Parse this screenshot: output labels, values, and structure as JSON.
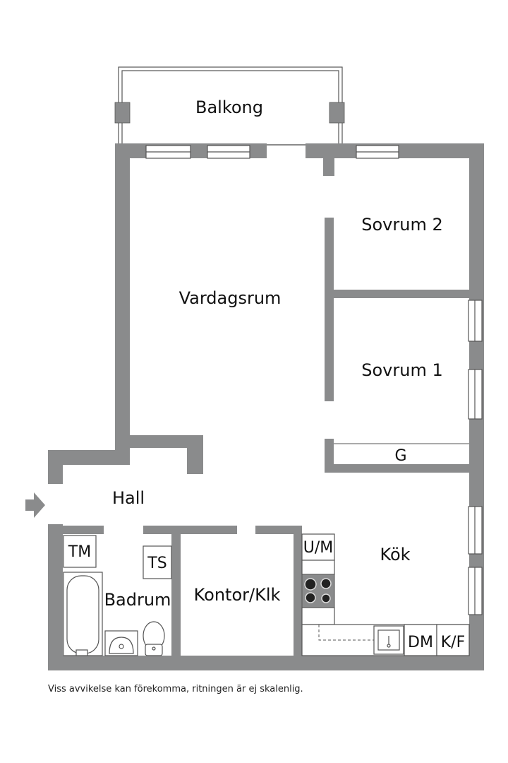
{
  "colors": {
    "wall": "#8a8b8c",
    "background": "#ffffff",
    "text": "#111111",
    "line": "#555555"
  },
  "rooms": {
    "balcony": "Balkong",
    "living_room": "Vardagsrum",
    "bedroom_2": "Sovrum 2",
    "bedroom_1": "Sovrum 1",
    "wardrobe": "G",
    "hall": "Hall",
    "kitchen": "Kök",
    "bathroom": "Badrum",
    "office": "Kontor/Klk"
  },
  "fixtures": {
    "tm": "TM",
    "ts": "TS",
    "um": "U/M",
    "dm": "DM",
    "kf": "K/F"
  },
  "icons": {
    "entrance": "arrow-right-icon",
    "stove": "stove-icon",
    "sink": "sink-icon",
    "washbasin": "washbasin-icon",
    "toilet": "toilet-icon",
    "bathtub": "bathtub-icon"
  },
  "disclaimer": "Viss avvikelse kan förekomma, ritningen är ej skalenlig."
}
